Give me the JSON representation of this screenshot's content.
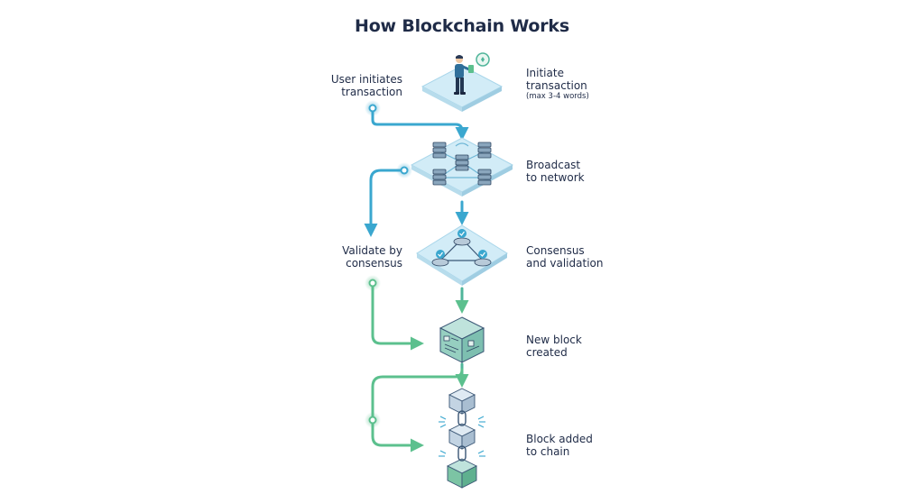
{
  "title": "How Blockchain Works",
  "steps": [
    {
      "label_line1": "Initiate",
      "label_line2": "transaction",
      "note": "(max 3-4 words)",
      "icon": "user-with-phone-icon"
    },
    {
      "label_line1": "Broadcast",
      "label_line2": "to network",
      "icon": "server-network-icon"
    },
    {
      "label_line1": "Consensus",
      "label_line2": "and validation",
      "icon": "consensus-nodes-icon"
    },
    {
      "label_line1": "New block",
      "label_line2": "created",
      "icon": "block-cube-icon"
    },
    {
      "label_line1": "Block added",
      "label_line2": "to chain",
      "icon": "chained-blocks-icon"
    }
  ],
  "side_labels": [
    {
      "line1": "User initiates",
      "line2": "transaction"
    },
    {
      "line1": "Validate by",
      "line2": "consensus"
    }
  ],
  "colors": {
    "title": "#1f2b47",
    "blue_arrow": "#3aa7cf",
    "green_arrow": "#5cc08e",
    "platform": "#cfeaf5",
    "platform_edge": "#a9d6ea"
  }
}
